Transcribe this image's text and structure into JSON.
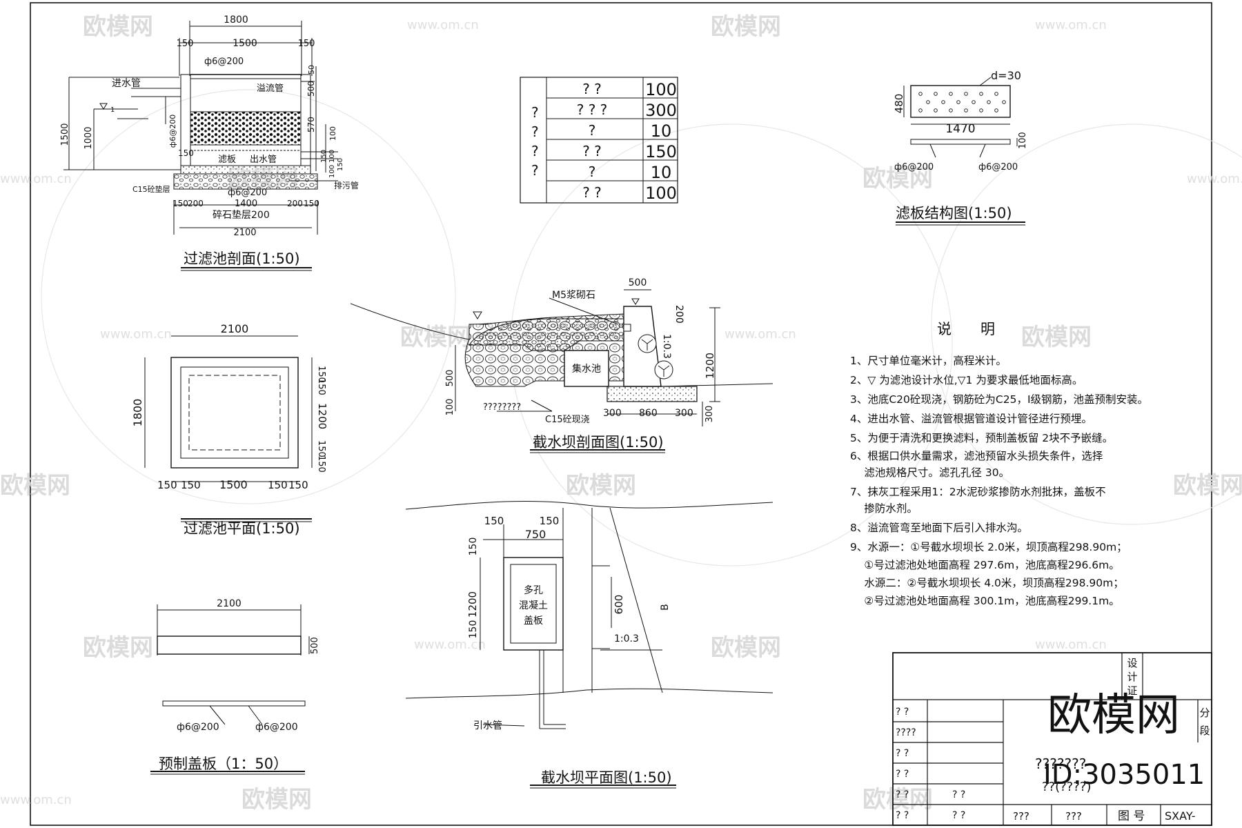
{
  "filter_section": {
    "title": "过滤池剖面(1:50)",
    "dims_top": [
      "1800",
      "150",
      "1500",
      "150"
    ],
    "left_dims": [
      "1500",
      "1000"
    ],
    "right_dims": [
      "50",
      "500",
      "570",
      "100",
      "150",
      "100",
      "100",
      "150"
    ],
    "bottom_dims": [
      "150",
      "200",
      "1400",
      "200",
      "150",
      "2100"
    ],
    "labels": {
      "inlet": "进水管",
      "overflow": "溢流管",
      "rebar_top": "ф6@200",
      "rebar_side": "ф6@200",
      "rebar_bottom": "ф6@200",
      "dim_150": "150",
      "filter_plate": "滤板",
      "outlet": "出水管",
      "cushion": "C15砼垫层",
      "gravel": "碎石垫层200",
      "drain": "排污管",
      "water_mark": "1"
    }
  },
  "filter_plan": {
    "title": "过滤池平面(1:50)",
    "top": "2100",
    "left": "1800",
    "bottom": [
      "150",
      "150",
      "1500",
      "150",
      "150"
    ],
    "right": [
      "150",
      "150",
      "1200",
      "150",
      "150"
    ]
  },
  "cover": {
    "title": "预制盖板（1：50）",
    "width": "2100",
    "height": "500",
    "rebar": [
      "ф6@200",
      "ф6@200"
    ]
  },
  "table": {
    "rows": [
      [
        "",
        "? ?",
        "100"
      ],
      [
        "?",
        "? ? ?",
        "300"
      ],
      [
        "?",
        "?",
        "10"
      ],
      [
        "?",
        "? ?",
        "150"
      ],
      [
        "?",
        "?",
        "10"
      ],
      [
        "",
        "? ?",
        "100"
      ]
    ]
  },
  "dam_section": {
    "title": "截水坝剖面图(1:50)",
    "masonry": "M5浆砌石",
    "top": "500",
    "dim_200": "200",
    "slope": "1:0.3",
    "height": "1200",
    "sump": "集水池",
    "left_dims": [
      "500",
      "100"
    ],
    "unknown": "????????",
    "concrete": "C15砼现浇",
    "bottom": [
      "300",
      "860",
      "300"
    ],
    "right_dim": "300"
  },
  "dam_plan": {
    "title": "截水坝平面图(1:50)",
    "top": [
      "150",
      "150",
      "750"
    ],
    "left": [
      "150",
      "1200",
      "150"
    ],
    "cover_label": [
      "多孔",
      "混凝土",
      "盖板"
    ],
    "dim_600": "600",
    "b": "B",
    "slope": "1:0.3",
    "pipe": "引水管"
  },
  "filter_plate": {
    "title": "滤板结构图(1:50)",
    "hole": "d=30",
    "height": "480",
    "width": "1470",
    "thickness": "100",
    "rebar": [
      "ф6@200",
      "ф6@200"
    ]
  },
  "notes": {
    "title": "说　　明",
    "lines": [
      "1、尺寸单位毫米计，高程米计。",
      "2、▽ 为滤池设计水位,▽1 为要求最低地面标高。",
      "3、池底C20砼现浇，钢筋砼为C25，Ⅰ级钢筋，池盖预制安装。",
      "4、进出水管、溢流管根据管道设计管径进行预埋。",
      "5、为便于清洗和更换滤料，预制盖板留 2块不予嵌缝。",
      "6、根据口供水量需求，滤池预留水头损失条件，选择",
      "　 滤池规格尺寸。滤孔孔径 30。",
      "7、抹灰工程采用1：2水泥砂浆掺防水剂批抹，盖板不",
      "　 掺防水剂。",
      "8、溢流管弯至地面下后引入排水沟。",
      "9、水源一：①号截水坝坝长 2.0米，坝顶高程298.90m；",
      "　 ①号过滤池处地面高程 297.6m，池底高程296.6m。",
      "　 水源二：②号截水坝坝长 4.0米，坝顶高程298.90m；",
      "　 ②号过滤池处地面高程 300.1m，池底高程299.1m。"
    ]
  },
  "title_block": {
    "design_cert": [
      "设",
      "计",
      "证"
    ],
    "cells": [
      "? ?",
      "????",
      "? ?",
      "? ?",
      "? ?",
      "? ?",
      "? ?",
      "? ?"
    ],
    "subpart": [
      "分",
      "段"
    ],
    "unknown1": "???????",
    "unknown2": "??(????)",
    "q1": "???",
    "q2": "???",
    "drawing_no_label": "图 号",
    "drawing_no": "SXAY-",
    "logo": "欧模网",
    "id": "ID:3035011"
  },
  "watermark": {
    "brand": "欧模网",
    "url": "www.om.cn"
  }
}
